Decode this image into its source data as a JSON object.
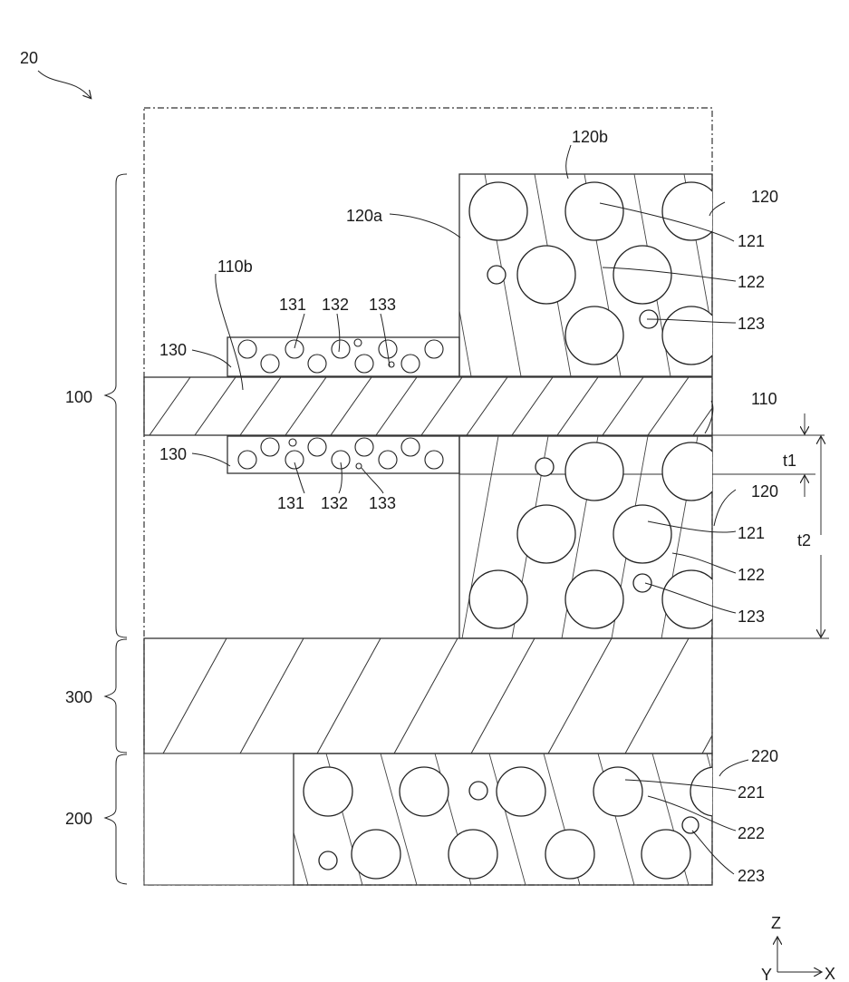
{
  "figure_label": "20",
  "layers": {
    "layer_100": "100",
    "layer_300": "300",
    "layer_200": "200"
  },
  "refs": {
    "r110": "110",
    "r110b": "110b",
    "r120_top": "120",
    "r120_bot": "120",
    "r120a": "120a",
    "r120b": "120b",
    "r121_top": "121",
    "r121_bot": "121",
    "r122_top": "122",
    "r122_bot": "122",
    "r123_top": "123",
    "r123_bot": "123",
    "r130_top": "130",
    "r130_bot": "130",
    "r131_top": "131",
    "r131_bot": "131",
    "r132_top": "132",
    "r132_bot": "132",
    "r133_top": "133",
    "r133_bot": "133",
    "r220": "220",
    "r221": "221",
    "r222": "222",
    "r223": "223"
  },
  "dimensions": {
    "t1": "t1",
    "t2": "t2"
  },
  "axes": {
    "z": "Z",
    "y": "Y",
    "x": "X"
  },
  "colors": {
    "line": "#333333",
    "porous_fill": "#cfcfcf",
    "binder_fill": "#8a8a8a",
    "background": "#ffffff"
  }
}
